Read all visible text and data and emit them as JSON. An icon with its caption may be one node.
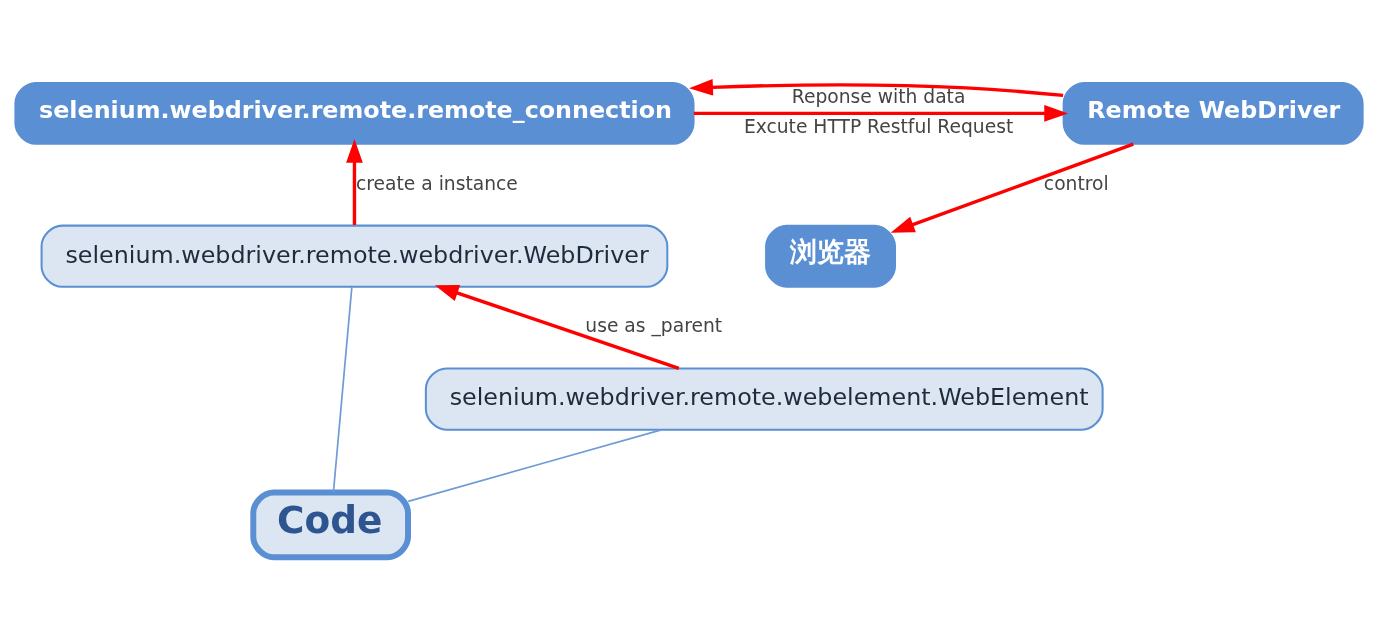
{
  "diagram": {
    "nodes": [
      {
        "text": [
          "Code"
        ]
      },
      {
        "text": [
          "selenium.webdriver.remote.webdriver.WebDriver"
        ]
      },
      {
        "text": [
          "selenium.webdriver.remote.webelement.WebElement"
        ]
      },
      {
        "text": [
          "selenium.webdriver.remote.remote_connection"
        ]
      },
      {
        "text": [
          "Remote WebDriver"
        ]
      },
      {
        "text": [
          "浏览器"
        ]
      }
    ],
    "edges": [
      {
        "from": 0,
        "to": 1,
        "arrow": "none",
        "color": "#6f9bd6"
      },
      {
        "from": 0,
        "to": 2,
        "arrow": "none",
        "color": "#6f9bd6"
      },
      {
        "from": 2,
        "to": 1,
        "arrow": "to",
        "label": "use as _parent"
      },
      {
        "from": 1,
        "to": 3,
        "arrow": "to",
        "label": "create a instance"
      },
      {
        "from": 3,
        "to": 4,
        "arrow": "to",
        "label": "Excute HTTP Restful Request"
      },
      {
        "from": 4,
        "to": 3,
        "arrow": "to",
        "label": "Reponse with data"
      },
      {
        "from": 4,
        "to": 5,
        "arrow": "to",
        "label": "control"
      }
    ]
  }
}
